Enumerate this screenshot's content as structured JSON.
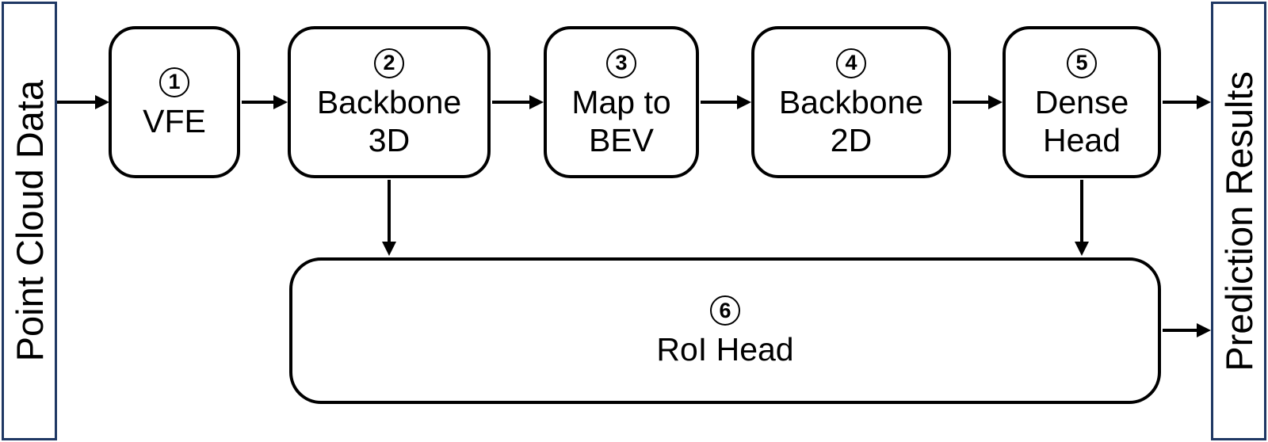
{
  "input_bar": {
    "label": "Point Cloud Data"
  },
  "output_bar": {
    "label": "Prediction Results"
  },
  "nodes": [
    {
      "number": "1",
      "lines": [
        "VFE"
      ]
    },
    {
      "number": "2",
      "lines": [
        "Backbone",
        "3D"
      ]
    },
    {
      "number": "3",
      "lines": [
        "Map to",
        "BEV"
      ]
    },
    {
      "number": "4",
      "lines": [
        "Backbone",
        "2D"
      ]
    },
    {
      "number": "5",
      "lines": [
        "Dense",
        "Head"
      ]
    },
    {
      "number": "6",
      "lines": [
        "RoI Head"
      ]
    }
  ],
  "colors": {
    "bar_border": "#1f3864",
    "node_border": "#000000",
    "arrow": "#000000",
    "text": "#000000",
    "background": "#ffffff"
  }
}
